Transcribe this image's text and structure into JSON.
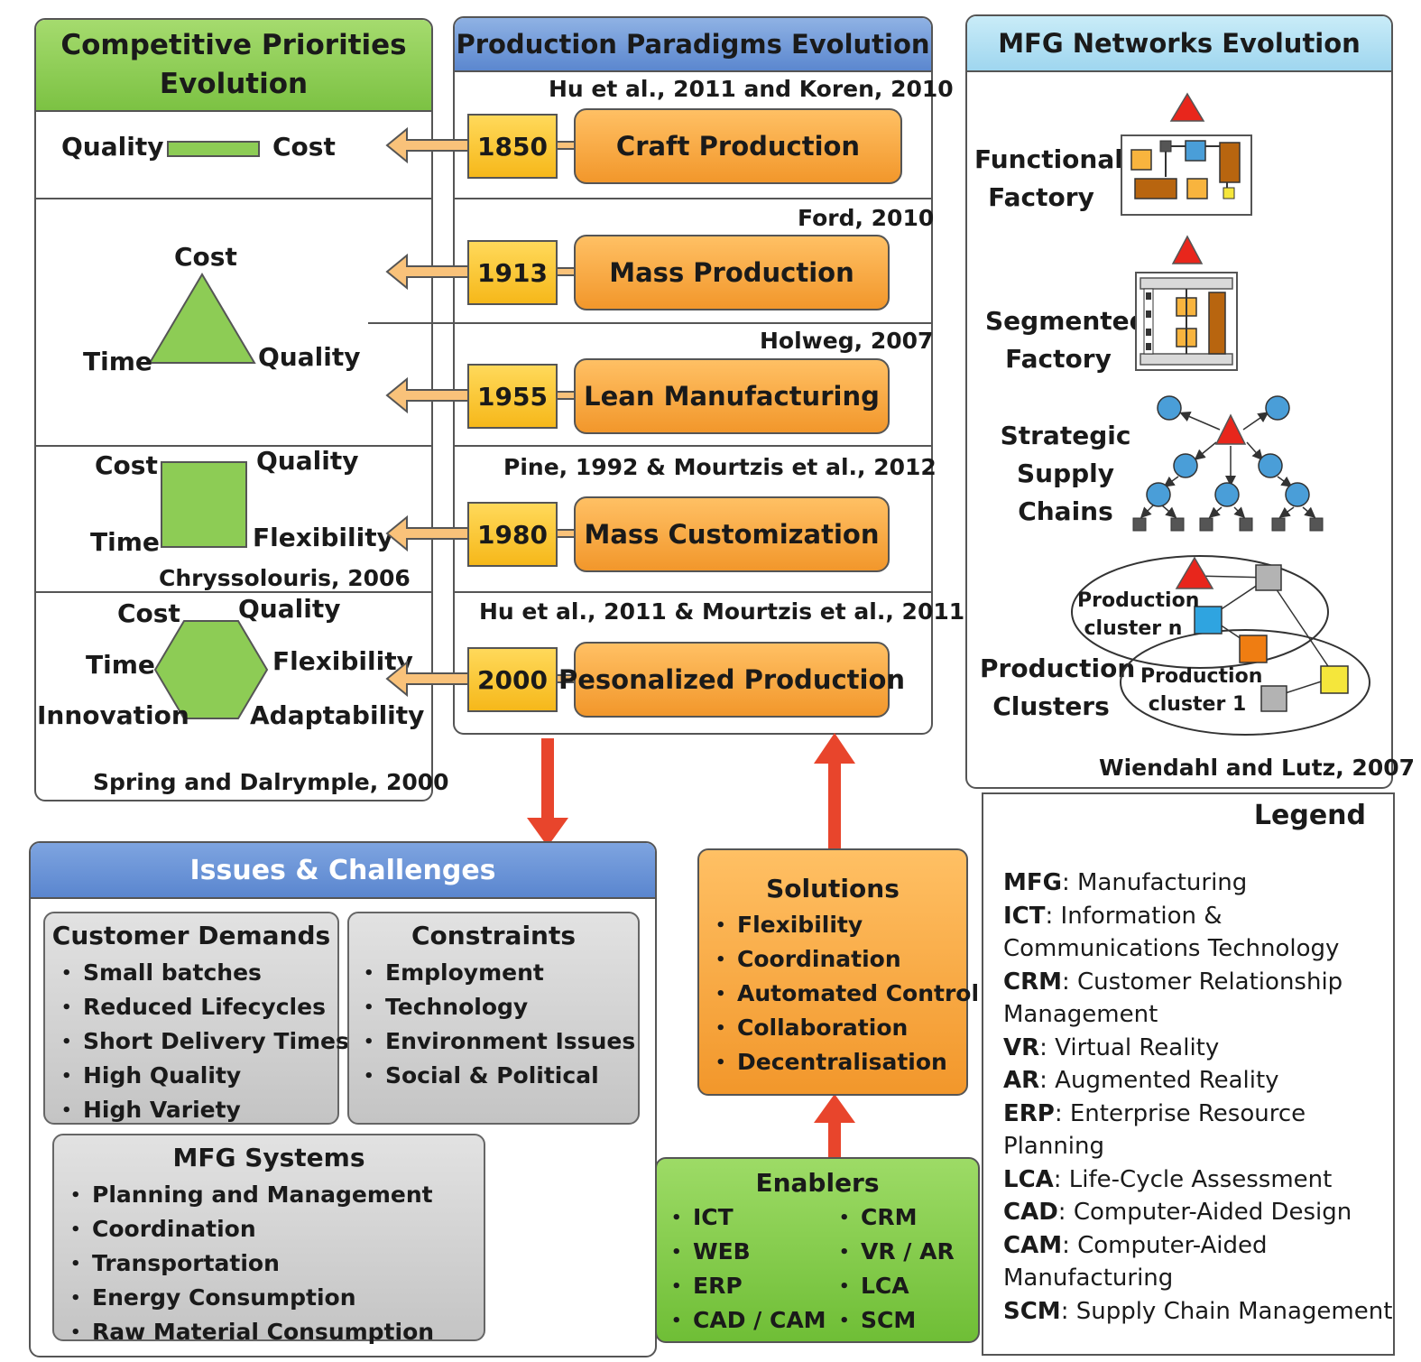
{
  "competitive": {
    "title_line1": "Competitive Priorities",
    "title_line2": "Evolution",
    "row1": {
      "left": "Quality",
      "right": "Cost"
    },
    "row2": {
      "top": "Cost",
      "left": "Time",
      "right": "Quality"
    },
    "row3": {
      "top_left": "Cost",
      "top_right": "Quality",
      "bottom_left": "Time",
      "bottom_right": "Flexibility",
      "ref": "Chryssolouris, 2006"
    },
    "row4": {
      "top_left": "Cost",
      "top_right": "Quality",
      "mid_left": "Time",
      "mid_right": "Flexibility",
      "bottom_left": "Innovation",
      "bottom_right": "Adaptability",
      "ref": "Spring and Dalrymple, 2000"
    }
  },
  "paradigms": {
    "title": "Production Paradigms Evolution",
    "items": [
      {
        "ref": "Hu et al., 2011 and Koren, 2010",
        "year": "1850",
        "name": "Craft Production"
      },
      {
        "ref": "Ford, 2010",
        "year": "1913",
        "name": "Mass Production"
      },
      {
        "ref": "Holweg, 2007",
        "year": "1955",
        "name": "Lean Manufacturing"
      },
      {
        "ref": "Pine, 1992 & Mourtzis et al., 2012",
        "year": "1980",
        "name": "Mass Customization"
      },
      {
        "ref": "Hu et al., 2011 & Mourtzis et al., 2011",
        "year": "2000",
        "name": "Pesonalized Production"
      }
    ]
  },
  "networks": {
    "title": "MFG Networks Evolution",
    "functional": [
      "Functional",
      "Factory"
    ],
    "segmented": [
      "Segmented",
      "Factory"
    ],
    "strategic": [
      "Strategic",
      "Supply",
      "Chains"
    ],
    "clusters": [
      "Production",
      "Clusters"
    ],
    "cluster_n": [
      "Production",
      "cluster n"
    ],
    "cluster_1": [
      "Production",
      "cluster 1"
    ],
    "ref": "Wiendahl and Lutz, 2007"
  },
  "issues": {
    "title": "Issues & Challenges",
    "customer": {
      "title": "Customer Demands",
      "items": [
        "Small batches",
        "Reduced Lifecycles",
        "Short Delivery Times",
        "High Quality",
        "High Variety"
      ]
    },
    "constraints": {
      "title": "Constraints",
      "items": [
        "Employment",
        "Technology",
        "Environment Issues",
        "Social & Political"
      ]
    },
    "mfg_systems": {
      "title": "MFG Systems",
      "items": [
        "Planning and Management",
        "Coordination",
        "Transportation",
        "Energy Consumption",
        "Raw Material Consumption"
      ]
    }
  },
  "solutions": {
    "title": "Solutions",
    "items": [
      "Flexibility",
      "Coordination",
      "Automated Control",
      "Collaboration",
      "Decentralisation"
    ]
  },
  "enablers": {
    "title": "Enablers",
    "left": [
      "ICT",
      "WEB",
      "ERP",
      "CAD / CAM"
    ],
    "right": [
      "CRM",
      "VR / AR",
      "LCA",
      "SCM"
    ]
  },
  "legend": {
    "title": "Legend",
    "items": [
      {
        "abbr": "MFG",
        "lines": [
          ": Manufacturing"
        ]
      },
      {
        "abbr": "ICT",
        "lines": [
          ": Information &",
          "Communications Technology"
        ]
      },
      {
        "abbr": "CRM",
        "lines": [
          ": Customer Relationship",
          "Management"
        ]
      },
      {
        "abbr": "VR",
        "lines": [
          ": Virtual Reality"
        ]
      },
      {
        "abbr": "AR",
        "lines": [
          ": Augmented Reality"
        ]
      },
      {
        "abbr": "ERP",
        "lines": [
          ": Enterprise Resource",
          "Planning"
        ]
      },
      {
        "abbr": "LCA",
        "lines": [
          ": Life-Cycle Assessment"
        ]
      },
      {
        "abbr": "CAD",
        "lines": [
          ": Computer-Aided Design"
        ]
      },
      {
        "abbr": "CAM",
        "lines": [
          ": Computer-Aided",
          "Manufacturing"
        ]
      },
      {
        "abbr": "SCM",
        "lines": [
          ": Supply Chain Management"
        ]
      }
    ]
  },
  "colors": {
    "green": "#8dcc55",
    "orange": "#f5a540",
    "yellow": "#fbc93a",
    "blue_header": "#5b87cf",
    "light_blue_header": "#a9dcf1",
    "gray": "#cfcfcf",
    "red_arrow": "#e8452c"
  }
}
